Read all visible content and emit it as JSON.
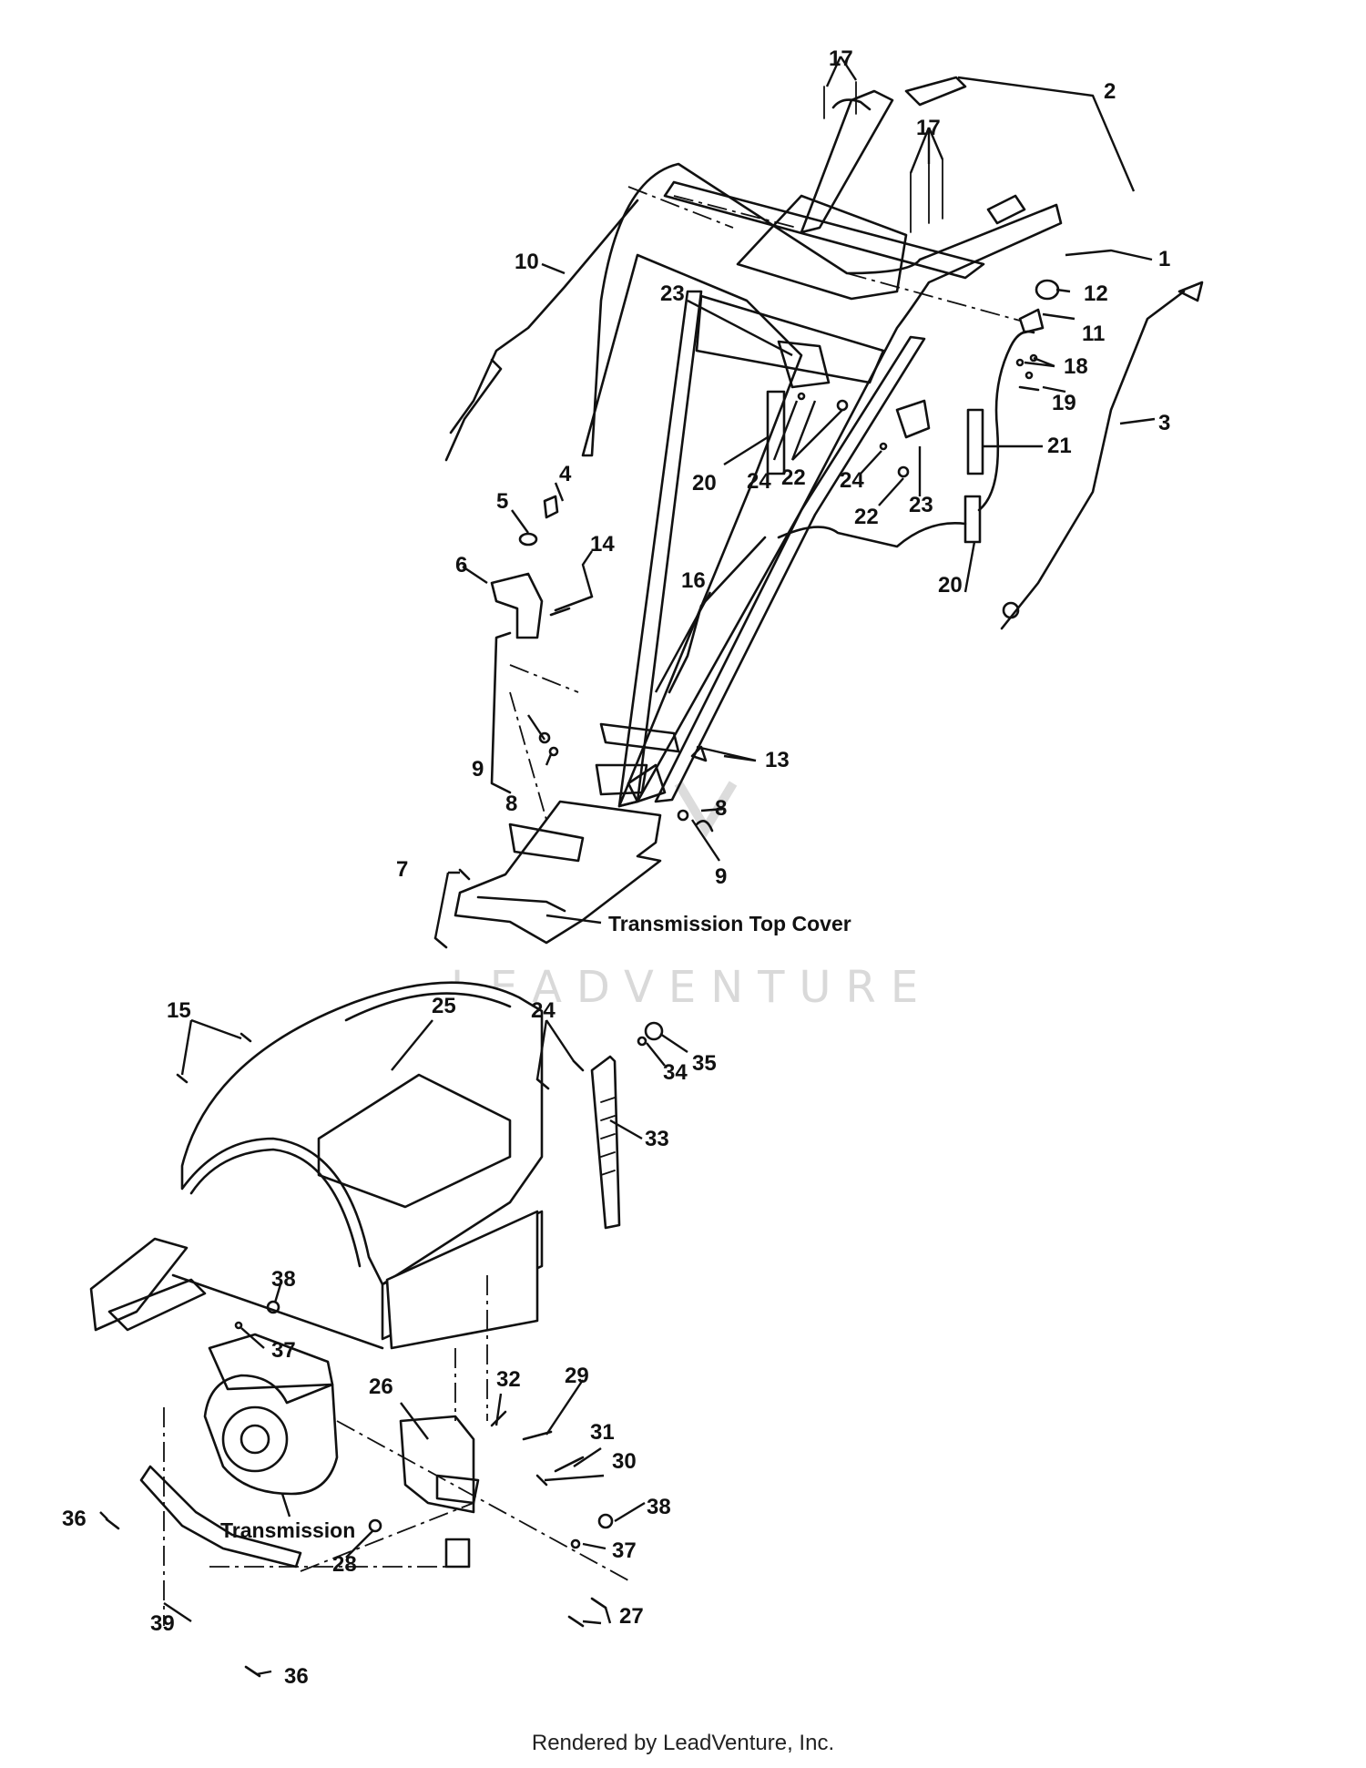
{
  "labels": {
    "transmission_top_cover": "Transmission Top Cover",
    "transmission": "Transmission"
  },
  "watermark": "LEADVENTURE",
  "footer": "Rendered by LeadVenture, Inc.",
  "callouts": [
    "1",
    "2",
    "3",
    "4",
    "5",
    "6",
    "7",
    "8",
    "9",
    "10",
    "11",
    "12",
    "13",
    "14",
    "15",
    "16",
    "17",
    "18",
    "19",
    "20",
    "21",
    "22",
    "23",
    "24",
    "25",
    "26",
    "27",
    "28",
    "29",
    "30",
    "31",
    "32",
    "33",
    "34",
    "35",
    "36",
    "37",
    "38",
    "39"
  ]
}
